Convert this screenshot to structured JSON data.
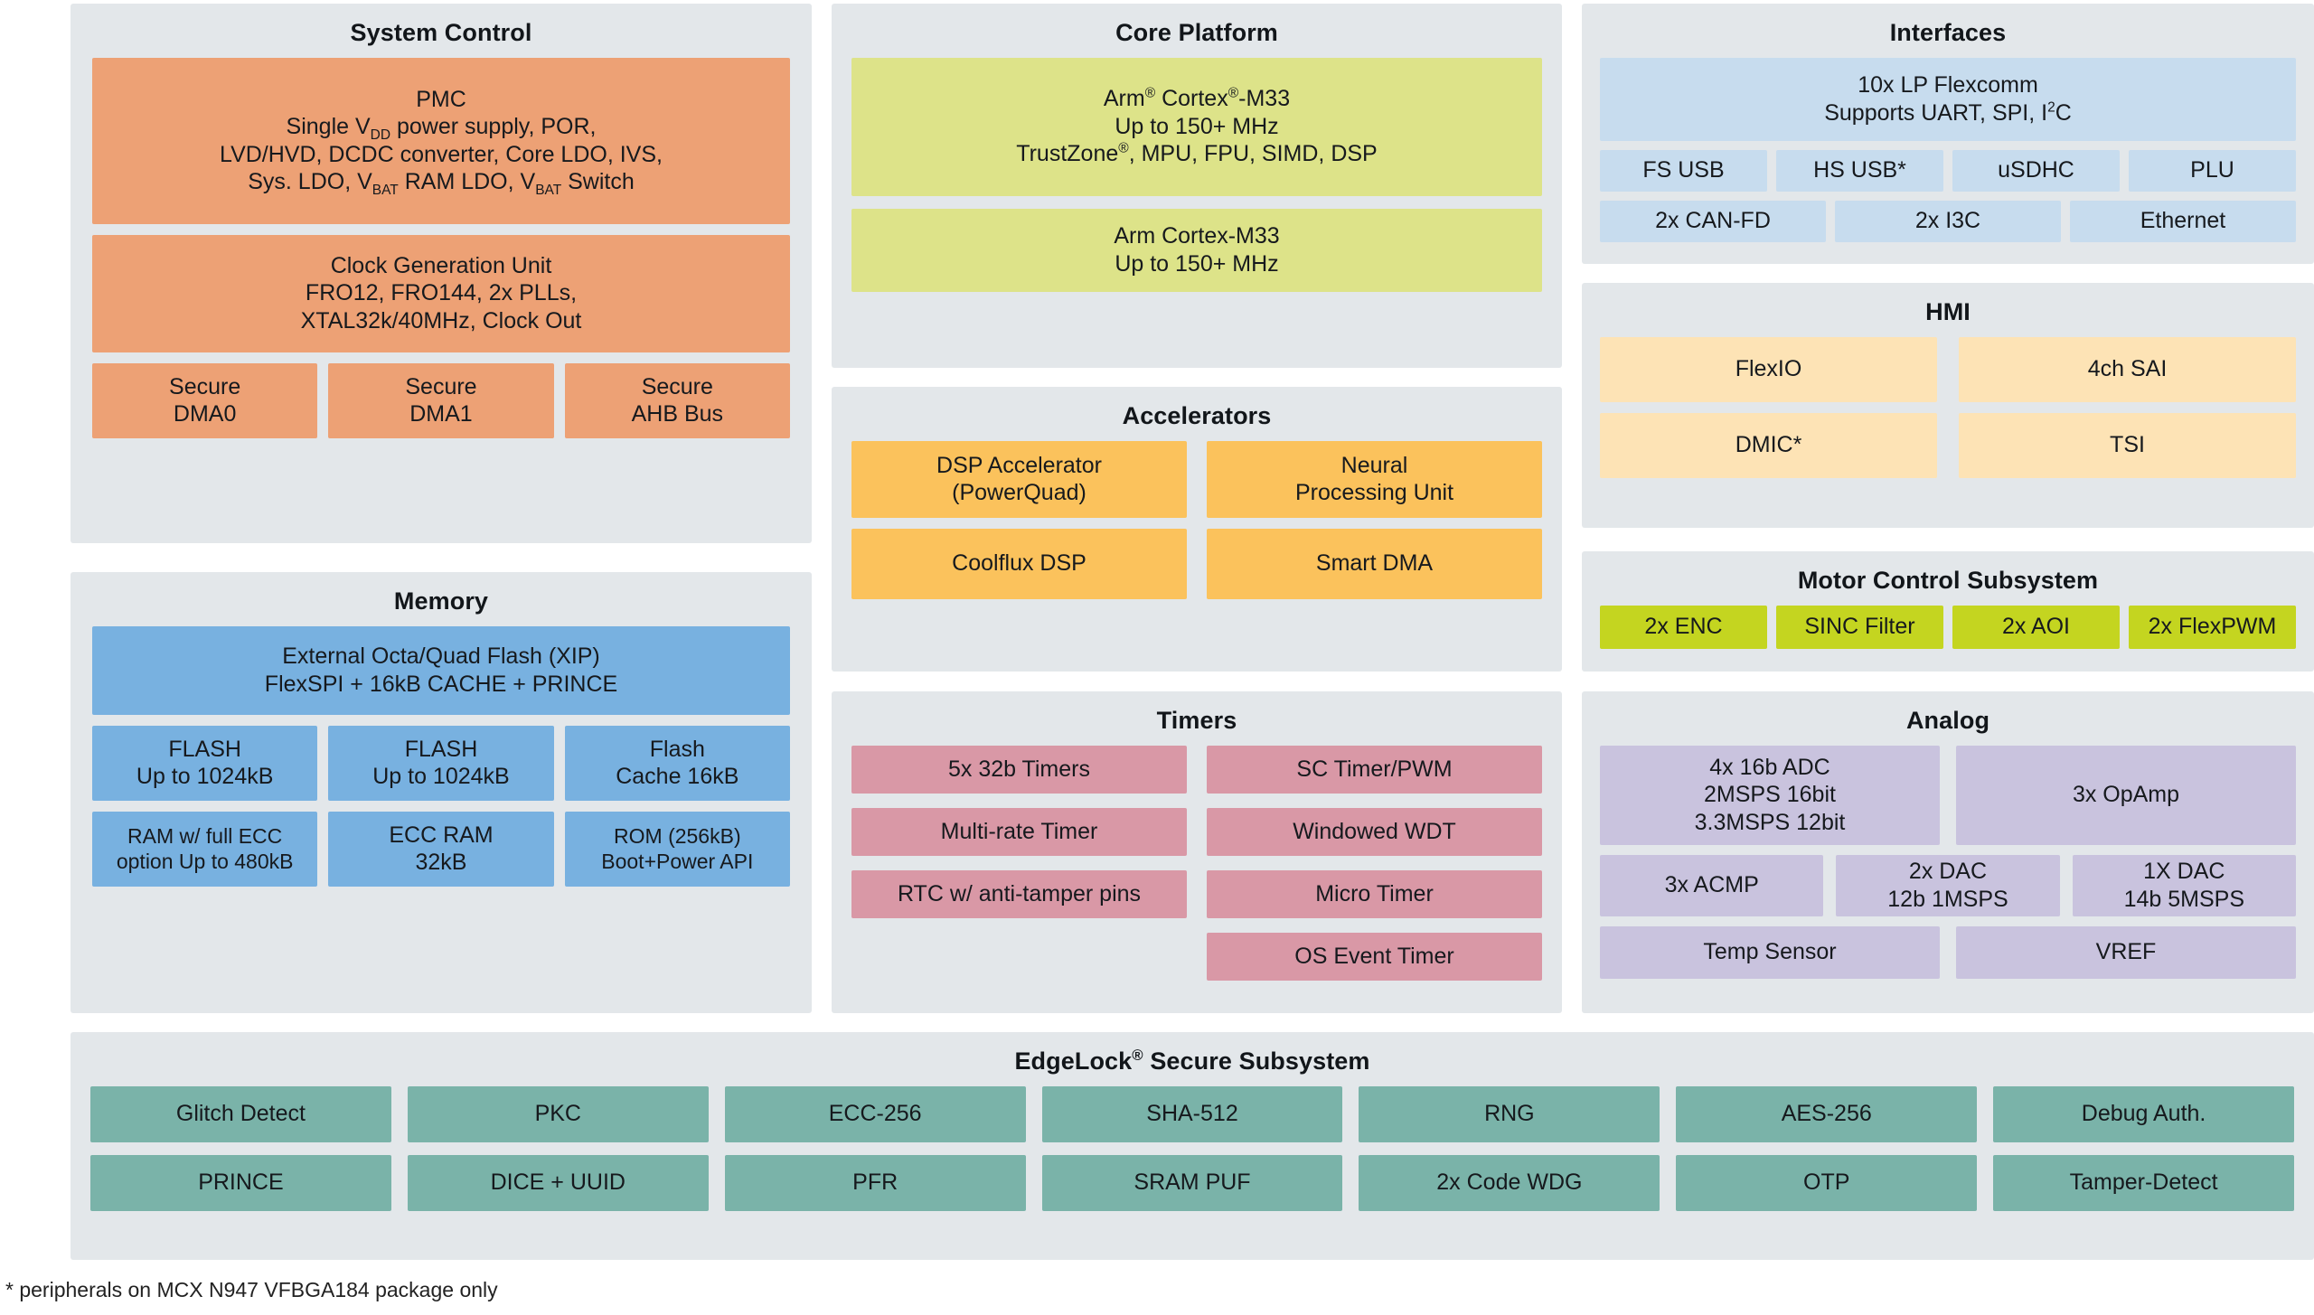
{
  "footnote": "* peripherals on MCX N947 VFBGA184 package only",
  "colors": {
    "panel_bg": "#e3e7ea",
    "orange": "#eda175",
    "blue": "#78b1e0",
    "yellow_green": "#dde389",
    "amber": "#fbc25c",
    "pink": "#d998a6",
    "light_blue": "#c7dcee",
    "peach": "#fde3b5",
    "bright_green": "#c4d520",
    "purple": "#c9c3de",
    "teal": "#7ab3a9"
  },
  "panels": {
    "system_control": {
      "title": "System Control",
      "blocks": {
        "pmc_line1": "PMC",
        "pmc_line2_pre": "Single V",
        "pmc_line2_sub": "DD",
        "pmc_line2_post": " power supply, POR,",
        "pmc_line3": "LVD/HVD, DCDC converter, Core LDO, IVS,",
        "pmc_line4_a": "Sys. LDO, V",
        "pmc_line4_sub1": "BAT",
        "pmc_line4_b": " RAM LDO, V",
        "pmc_line4_sub2": "BAT",
        "pmc_line4_c": " Switch",
        "cgu": "Clock Generation Unit\nFRO12, FRO144, 2x PLLs,\nXTAL32k/40MHz, Clock Out",
        "dma0": "Secure\nDMA0",
        "dma1": "Secure\nDMA1",
        "ahb": "Secure\nAHB Bus"
      }
    },
    "memory": {
      "title": "Memory",
      "blocks": [
        "External Octa/Quad Flash (XIP)\nFlexSPI + 16kB CACHE + PRINCE",
        "FLASH\nUp to 1024kB",
        "FLASH\nUp to 1024kB",
        "Flash\nCache 16kB",
        "RAM w/ full ECC\noption Up to 480kB",
        "ECC RAM\n32kB",
        "ROM (256kB)\nBoot+Power API"
      ]
    },
    "core_platform": {
      "title": "Core Platform",
      "core1": {
        "name_pre": "Arm",
        "name_sup1": "®",
        "name_mid": " Cortex",
        "name_sup2": "®",
        "name_post": "-M33",
        "speed": "Up to 150+  MHz",
        "features_pre": "TrustZone",
        "features_sup": "®",
        "features_post": ", MPU, FPU, SIMD, DSP"
      },
      "core2": "Arm Cortex-M33\nUp to 150+  MHz"
    },
    "accelerators": {
      "title": "Accelerators",
      "blocks": [
        "DSP Accelerator\n(PowerQuad)",
        "Neural\nProcessing Unit",
        "Coolflux DSP",
        "Smart DMA"
      ]
    },
    "timers": {
      "title": "Timers",
      "left": [
        "5x 32b Timers",
        "Multi-rate Timer",
        "RTC w/ anti-tamper pins"
      ],
      "right": [
        "SC Timer/PWM",
        "Windowed WDT",
        "Micro Timer",
        "OS Event Timer"
      ]
    },
    "interfaces": {
      "title": "Interfaces",
      "flexcomm_line1": "10x LP Flexcomm",
      "flexcomm_line2_pre": "Supports UART, SPI, I",
      "flexcomm_line2_sup": "2",
      "flexcomm_line2_post": "C",
      "row2": [
        "FS USB",
        "HS USB*",
        "uSDHC",
        "PLU"
      ],
      "row3": [
        "2x CAN-FD",
        "2x I3C",
        "Ethernet"
      ]
    },
    "hmi": {
      "title": "HMI",
      "blocks": [
        "FlexIO",
        "4ch SAI",
        "DMIC*",
        "TSI"
      ]
    },
    "motor_control": {
      "title": "Motor Control Subsystem",
      "blocks": [
        "2x ENC",
        "SINC Filter",
        "2x AOI",
        "2x FlexPWM"
      ]
    },
    "analog": {
      "title": "Analog",
      "adc": "4x 16b ADC\n2MSPS 16bit\n3.3MSPS 12bit",
      "opamp": "3x OpAmp",
      "row2": [
        "3x ACMP",
        "2x DAC\n12b 1MSPS",
        "1X DAC\n14b 5MSPS"
      ],
      "row3": [
        "Temp Sensor",
        "VREF"
      ]
    },
    "edgelock": {
      "title_pre": "EdgeLock",
      "title_sup": "®",
      "title_post": " Secure Subsystem",
      "row1": [
        "Glitch Detect",
        "PKC",
        "ECC-256",
        "SHA-512",
        "RNG",
        "AES-256",
        "Debug Auth."
      ],
      "row2": [
        "PRINCE",
        "DICE + UUID",
        "PFR",
        "SRAM PUF",
        "2x Code WDG",
        "OTP",
        "Tamper-Detect"
      ]
    }
  }
}
